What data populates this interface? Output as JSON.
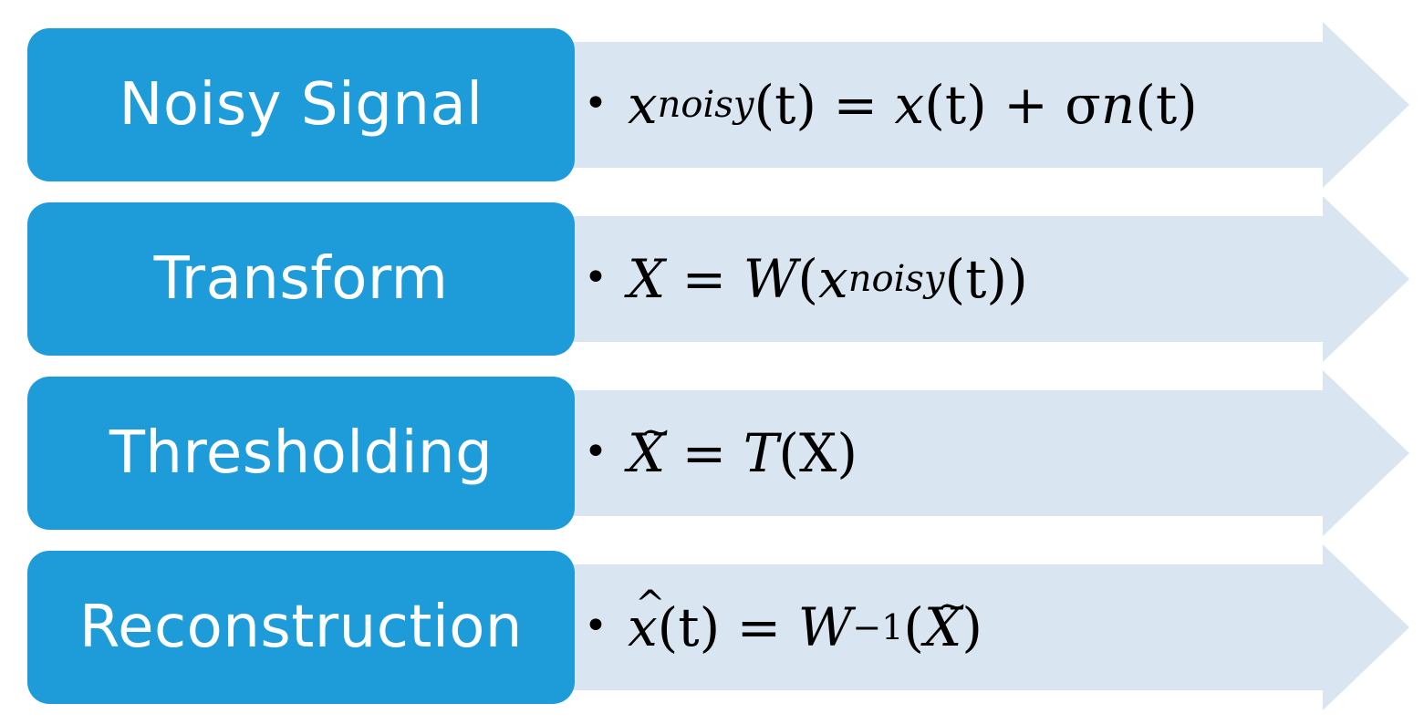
{
  "steps": [
    {
      "label": "Noisy Signal"
    },
    {
      "label": "Transform"
    },
    {
      "label": "Thresholding"
    },
    {
      "label": "Reconstruction"
    }
  ],
  "equations": {
    "noisy": {
      "bullet": "•",
      "lhs_var": "x",
      "lhs_sub": "noisy",
      "paren_t": "(t)",
      "eq": " = ",
      "x": "x",
      "t2": "(t)",
      "plus": " + ",
      "sigma": "σ",
      "n": "n",
      "t3": "(t)"
    },
    "transform": {
      "bullet": "•",
      "X": "X",
      "eq": " = ",
      "W": "W",
      "open": "(",
      "x": "x",
      "sub": "noisy",
      "t": "(t)",
      "close": ")"
    },
    "threshold": {
      "bullet": "•",
      "X": "X",
      "tilde": "~",
      "eq": " = ",
      "T": "T",
      "arg": "(X)"
    },
    "reconstruct": {
      "bullet": "•",
      "x": "x",
      "hat": "^",
      "t": "(t)",
      "eq": " = ",
      "W": "W",
      "sup": "−1",
      "open": "(",
      "X": "X",
      "tilde": "~",
      "close": ")"
    }
  },
  "colors": {
    "box": "#1e9cd9",
    "arrow": "#d9e6f1",
    "box_text": "#ffffff"
  }
}
